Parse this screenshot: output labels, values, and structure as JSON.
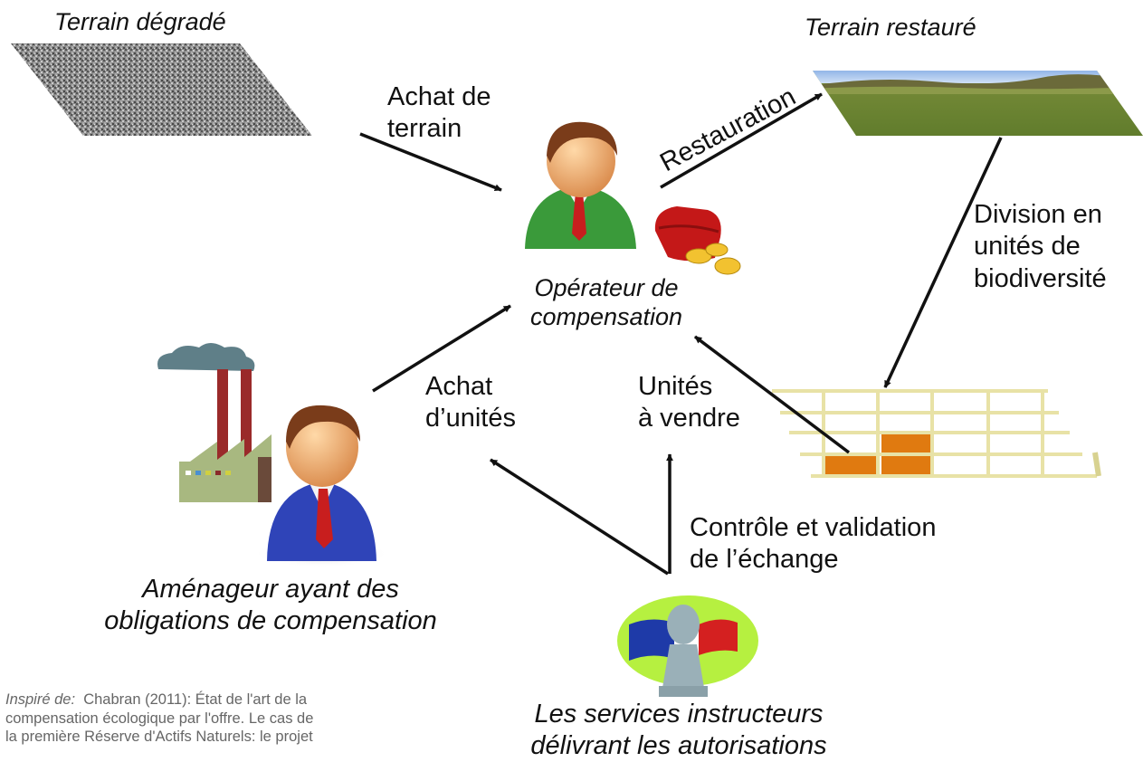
{
  "nodes": {
    "degraded": "Terrain dégradé",
    "restored": "Terrain restauré",
    "operator": [
      "Opérateur de",
      "compensation"
    ],
    "developer": [
      "Aménageur ayant des",
      "obligations de compensation"
    ],
    "services": [
      "Les services instructeurs",
      "délivrant les autorisations"
    ]
  },
  "edges": {
    "land_purchase": [
      "Achat de",
      "terrain"
    ],
    "restoration": "Restauration",
    "division": [
      "Division en",
      "unités de",
      "biodiversité"
    ],
    "units_purchase": [
      "Achat",
      "d’unités"
    ],
    "units_for_sale": [
      "Unités",
      "à vendre"
    ],
    "control": [
      "Contrôle et validation",
      "de l’échange"
    ]
  },
  "citation": {
    "source_label": "Inspiré de:",
    "line1": "Chabran (2011): État de l'art de la",
    "line2": "compensation écologique par l'offre. Le cas de",
    "line3": "la première Réserve d'Actifs Naturels: le projet"
  },
  "colors": {
    "arrow": "#111111",
    "grid": "#e8e2a6",
    "unit_fill": "#e07a10",
    "operator_suit": "#3a9a3a",
    "developer_suit": "#2f44b8",
    "tie": "#c81e1e"
  }
}
